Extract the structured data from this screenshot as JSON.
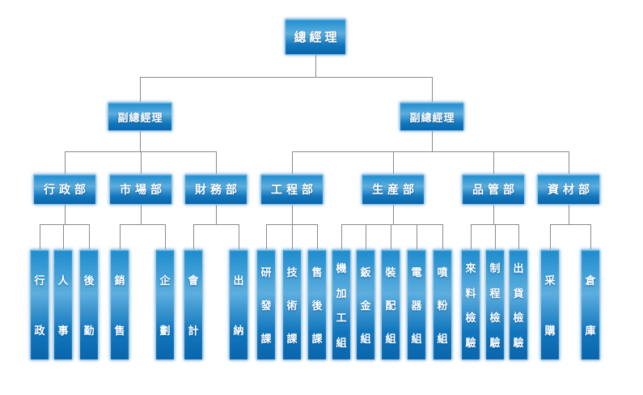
{
  "org_chart": {
    "root": {
      "id": "general-manager",
      "label": "總經理"
    },
    "deputies": [
      {
        "id": "deputy-general-manager-1",
        "label": "副總經理",
        "departments": [
          {
            "id": "administration",
            "label": "行政部",
            "teams": [
              {
                "label": "行政"
              },
              {
                "label": "人事"
              },
              {
                "label": "後勤"
              }
            ]
          },
          {
            "id": "marketing",
            "label": "市場部",
            "teams": [
              {
                "label": "銷售"
              },
              {
                "label": "企劃"
              }
            ]
          },
          {
            "id": "finance",
            "label": "財務部",
            "teams": [
              {
                "label": "會計"
              },
              {
                "label": "出納"
              }
            ]
          }
        ]
      },
      {
        "id": "deputy-general-manager-2",
        "label": "副總經理",
        "departments": [
          {
            "id": "engineering",
            "label": "工程部",
            "teams": [
              {
                "label": "研發課"
              },
              {
                "label": "技術課"
              },
              {
                "label": "售後課"
              }
            ]
          },
          {
            "id": "production",
            "label": "生産部",
            "teams": [
              {
                "label": "機加工組"
              },
              {
                "label": "鈑金組"
              },
              {
                "label": "裝配組"
              },
              {
                "label": "電器組"
              },
              {
                "label": "噴粉組"
              }
            ]
          },
          {
            "id": "quality-control",
            "label": "品管部",
            "teams": [
              {
                "label": "來料檢驗"
              },
              {
                "label": "制程檢驗"
              },
              {
                "label": "出貨檢驗"
              }
            ]
          },
          {
            "id": "materials",
            "label": "資材部",
            "teams": [
              {
                "label": "采購"
              },
              {
                "label": "倉庫"
              }
            ]
          }
        ]
      }
    ]
  },
  "colors": {
    "box_gradient_top": "#1e8ccd",
    "box_gradient_highlight": "#5caede",
    "box_gradient_bottom": "#0a65ac",
    "box_border_glow": "#9ccbe9",
    "box_text": "#ffffff",
    "connector_line": "#8a8a8a",
    "background": "#ffffff"
  }
}
